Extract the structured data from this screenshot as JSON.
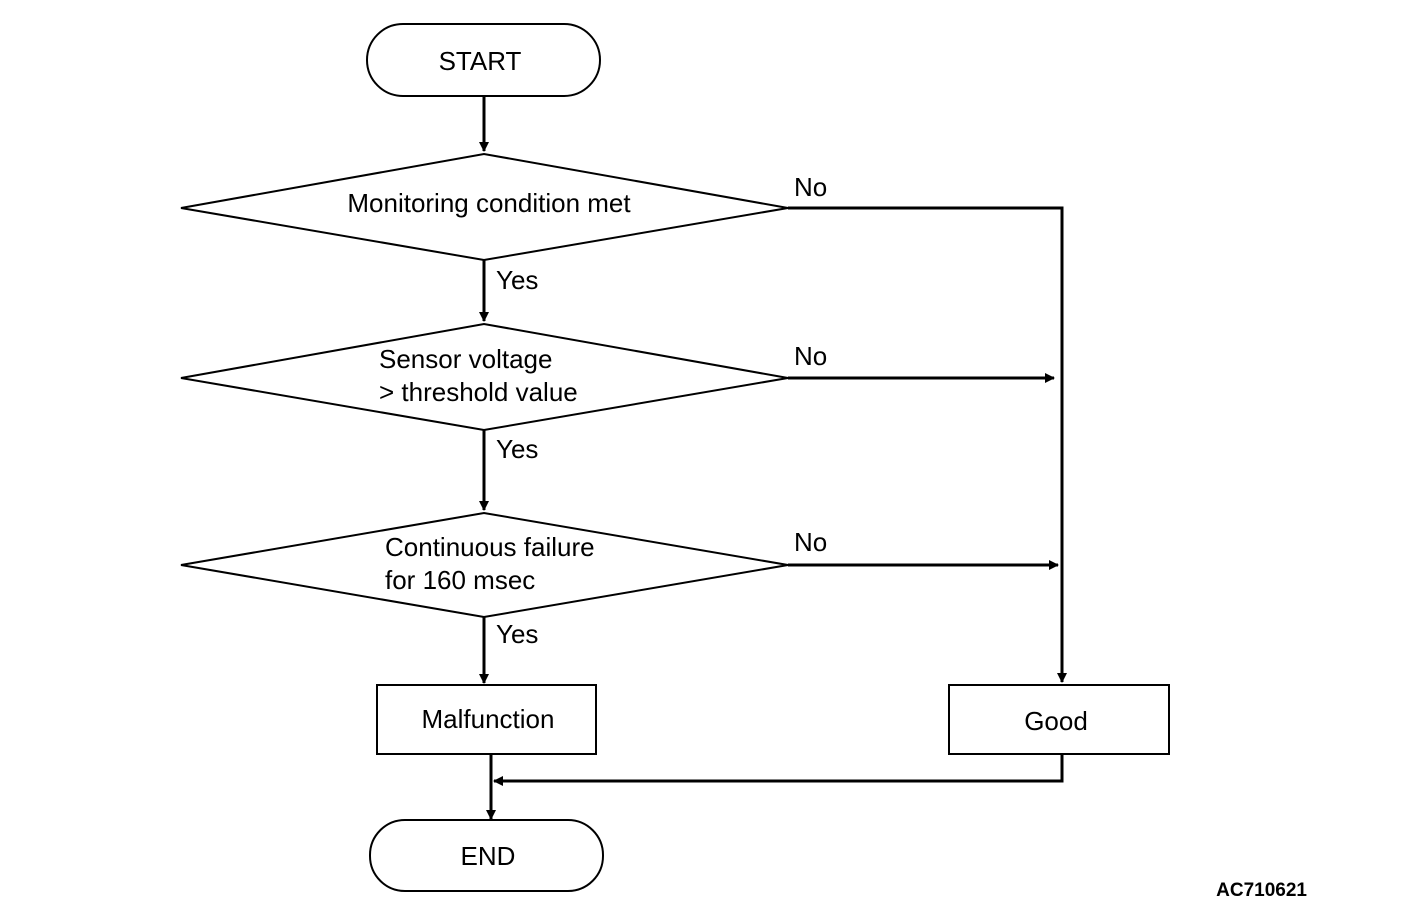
{
  "nodes": {
    "start": "START",
    "decision1": "Monitoring condition met",
    "decision2_line1": "Sensor voltage",
    "decision2_line2": "> threshold value",
    "decision3_line1": "Continuous failure",
    "decision3_line2": "for 160 msec",
    "malfunction": "Malfunction",
    "good": "Good",
    "end": "END"
  },
  "edges": {
    "yes": "Yes",
    "no": "No"
  },
  "figure_id": "AC710621"
}
